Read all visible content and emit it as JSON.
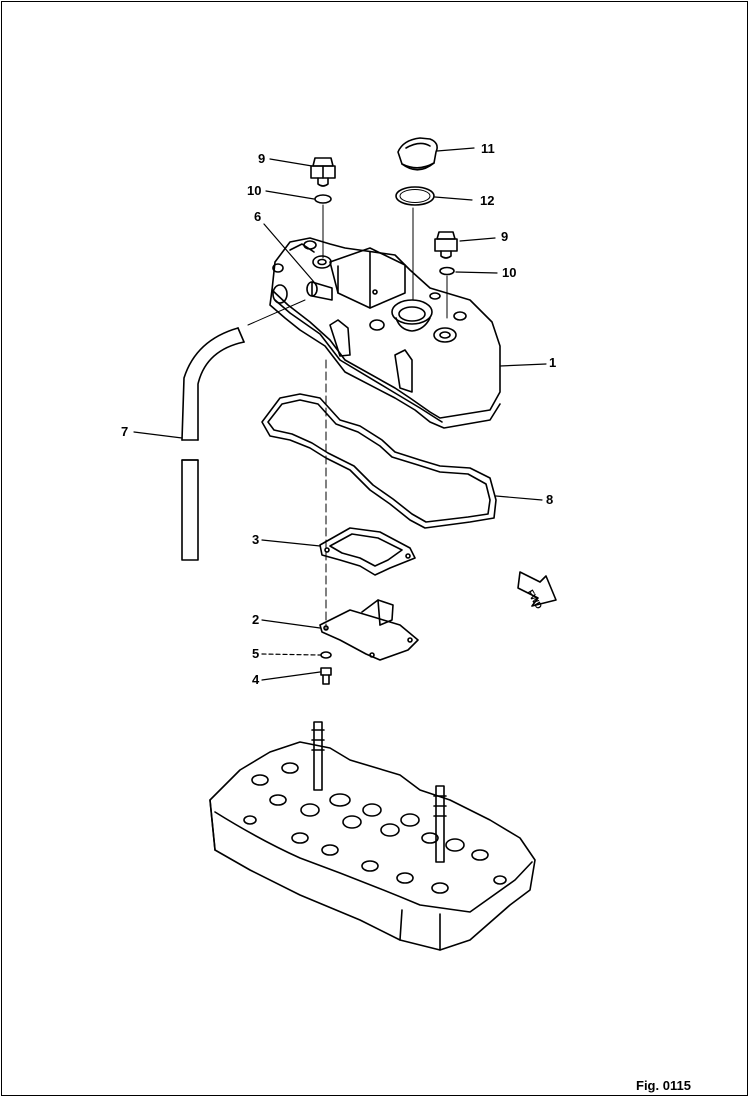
{
  "figure": {
    "label": "Fig. 0115"
  },
  "callouts": [
    {
      "id": "c9a",
      "text": "9"
    },
    {
      "id": "c11",
      "text": "11"
    },
    {
      "id": "c10a",
      "text": "10"
    },
    {
      "id": "c12",
      "text": "12"
    },
    {
      "id": "c6",
      "text": "6"
    },
    {
      "id": "c9b",
      "text": "9"
    },
    {
      "id": "c10b",
      "text": "10"
    },
    {
      "id": "c1",
      "text": "1"
    },
    {
      "id": "c7",
      "text": "7"
    },
    {
      "id": "c8",
      "text": "8"
    },
    {
      "id": "c3",
      "text": "3"
    },
    {
      "id": "c2",
      "text": "2"
    },
    {
      "id": "c5",
      "text": "5"
    },
    {
      "id": "c4",
      "text": "4"
    }
  ],
  "fwd_marker": {
    "text": "FWD"
  },
  "components": [
    "cylinder-head-cover",
    "valve-cover-gasket",
    "breather-plate-gasket",
    "breather-baffle-plate",
    "washer",
    "bolt",
    "breather-pipe",
    "breather-fitting",
    "cap-nut",
    "o-ring-washer",
    "oil-filler-cap",
    "filler-o-ring",
    "cylinder-head"
  ]
}
